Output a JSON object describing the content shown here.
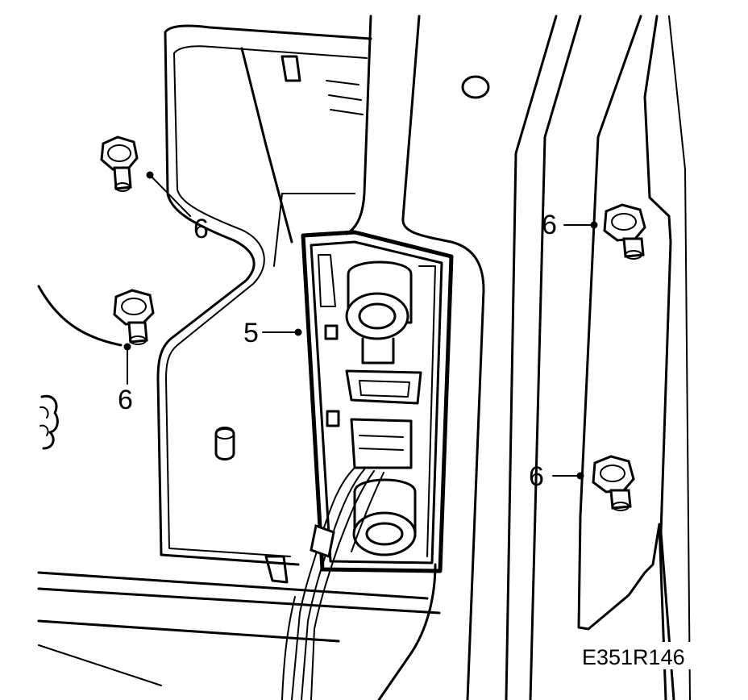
{
  "callouts": {
    "label_5": "5",
    "label_6_top_left": "6",
    "label_6_mid_left": "6",
    "label_6_top_right": "6",
    "label_6_bottom_right": "6"
  },
  "figure_ref": "E351R146"
}
